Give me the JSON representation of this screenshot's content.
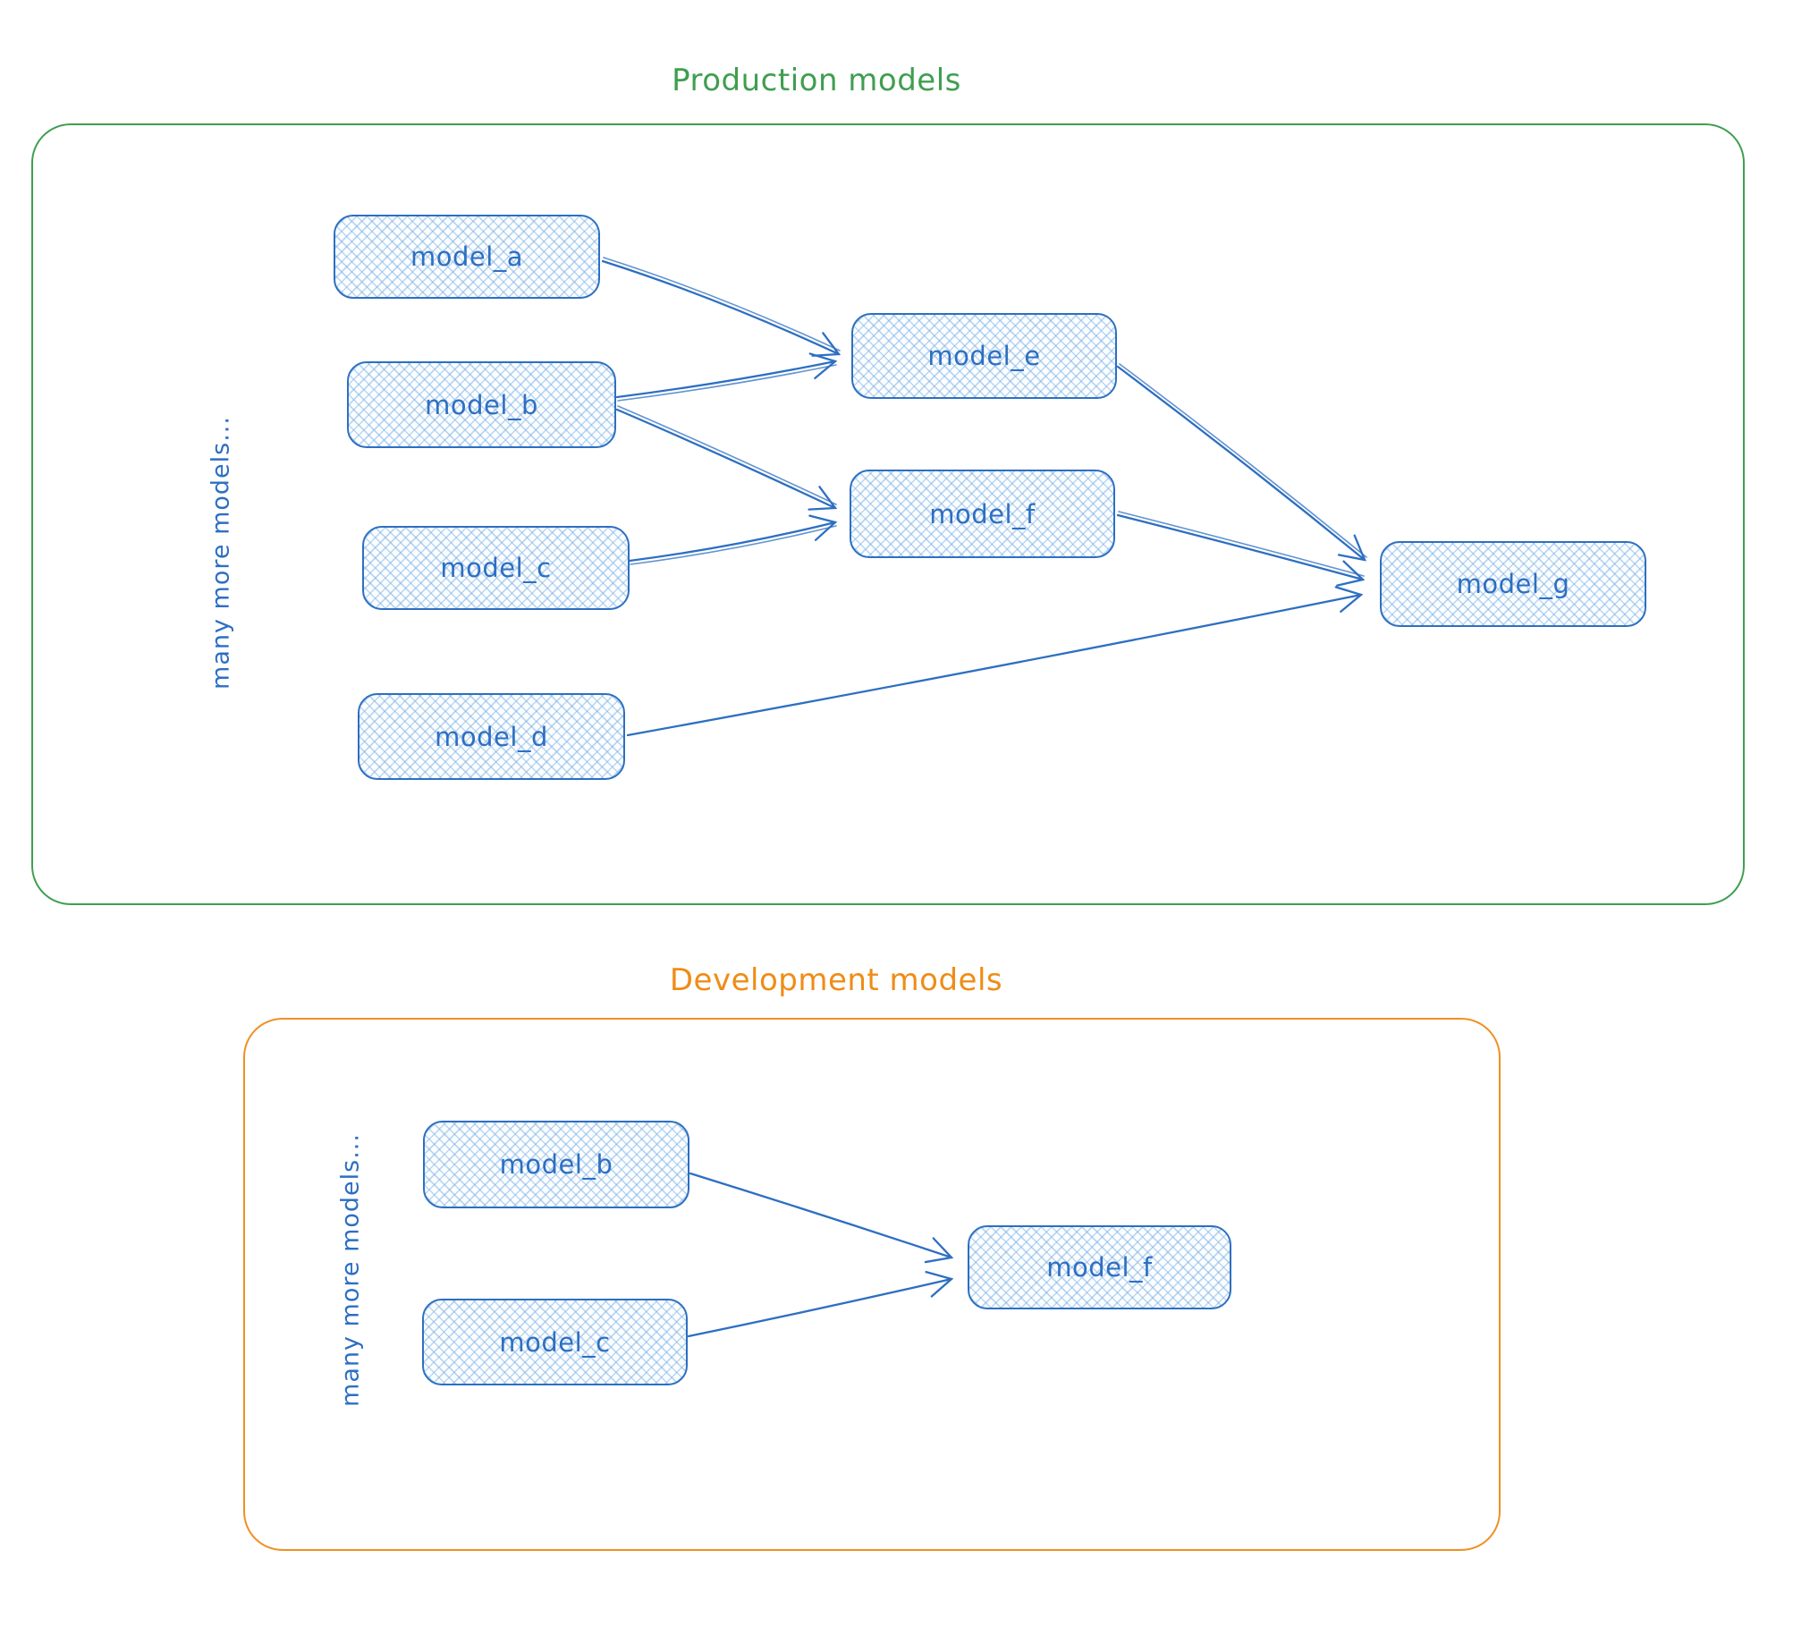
{
  "diagram": {
    "type": "model-dependency-graph",
    "style": "hand-drawn sketch (excalidraw-like)",
    "colors": {
      "node_stroke": "#2d6fc2",
      "node_fill_hatch": "#a8cdef",
      "node_text": "#2d6fc2",
      "production_accent": "#3f9e50",
      "development_accent": "#ef8c16",
      "background": "#ffffff"
    },
    "sections": [
      {
        "title": "Production models",
        "side_label": "many more models...",
        "accent_color": "#3f9e50",
        "nodes": [
          {
            "id": "model_a",
            "label": "model_a"
          },
          {
            "id": "model_b",
            "label": "model_b"
          },
          {
            "id": "model_c",
            "label": "model_c"
          },
          {
            "id": "model_d",
            "label": "model_d"
          },
          {
            "id": "model_e",
            "label": "model_e"
          },
          {
            "id": "model_f",
            "label": "model_f"
          },
          {
            "id": "model_g",
            "label": "model_g"
          }
        ],
        "edges": [
          {
            "from": "model_a",
            "to": "model_e"
          },
          {
            "from": "model_b",
            "to": "model_e"
          },
          {
            "from": "model_b",
            "to": "model_f"
          },
          {
            "from": "model_c",
            "to": "model_f"
          },
          {
            "from": "model_e",
            "to": "model_g"
          },
          {
            "from": "model_f",
            "to": "model_g"
          },
          {
            "from": "model_d",
            "to": "model_g"
          }
        ]
      },
      {
        "title": "Development models",
        "side_label": "many more models...",
        "accent_color": "#ef8c16",
        "nodes": [
          {
            "id": "model_b",
            "label": "model_b"
          },
          {
            "id": "model_c",
            "label": "model_c"
          },
          {
            "id": "model_f",
            "label": "model_f"
          }
        ],
        "edges": [
          {
            "from": "model_b",
            "to": "model_f"
          },
          {
            "from": "model_c",
            "to": "model_f"
          }
        ]
      }
    ]
  }
}
